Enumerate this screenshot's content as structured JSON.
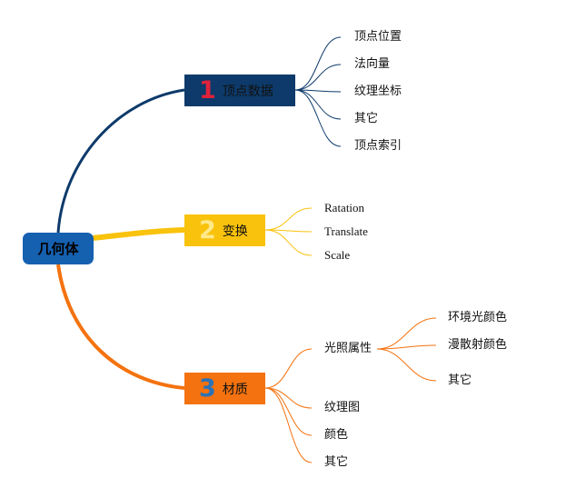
{
  "root": {
    "label": "几何体",
    "color": "#1660b0"
  },
  "branches": [
    {
      "number": "1",
      "label": "顶点数据",
      "color": "#0d3a6a",
      "children": [
        "顶点位置",
        "法向量",
        "纹理坐标",
        "其它",
        "顶点索引"
      ]
    },
    {
      "number": "2",
      "label": "变换",
      "color": "#f9c20c",
      "children": [
        "Ratation",
        "Translate",
        "Scale"
      ]
    },
    {
      "number": "3",
      "label": "材质",
      "color": "#f4720f",
      "children": [
        {
          "label": "光照属性",
          "children": [
            "环境光颜色",
            "漫散射颜色",
            "其它"
          ]
        },
        "纹理图",
        "颜色",
        "其它"
      ]
    }
  ]
}
